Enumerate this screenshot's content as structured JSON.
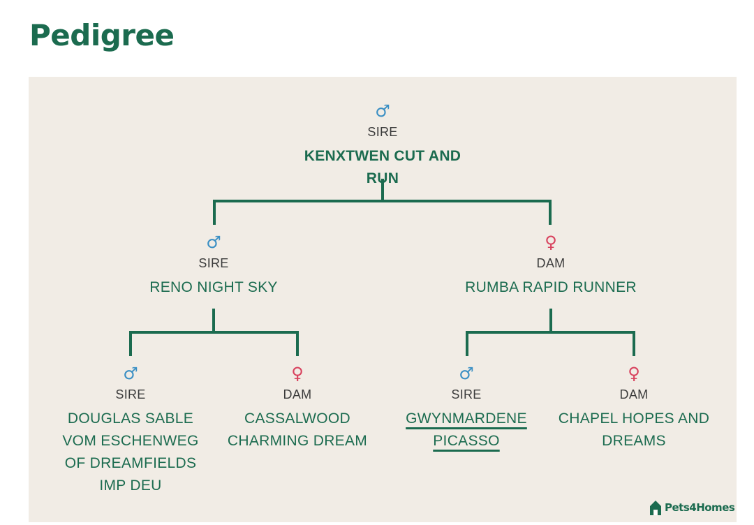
{
  "page": {
    "title": "Pedigree"
  },
  "colors": {
    "accent": "#1b6b4f",
    "male": "#3a8fc4",
    "female": "#d8415d",
    "panel_bg": "#f1ece5"
  },
  "pedigree": {
    "root": {
      "gender_icon": "♂",
      "gender_icon_name": "male-icon",
      "role": "SIRE",
      "name": "KENXTWEN CUT AND RUN"
    },
    "sire": {
      "gender_icon": "♂",
      "gender_icon_name": "male-icon",
      "role": "SIRE",
      "name": "RENO NIGHT SKY"
    },
    "dam": {
      "gender_icon": "♀",
      "gender_icon_name": "female-icon",
      "role": "DAM",
      "name": "RUMBA RAPID RUNNER"
    },
    "sire_sire": {
      "gender_icon": "♂",
      "gender_icon_name": "male-icon",
      "role": "SIRE",
      "name_lines": [
        "DOUGLAS SABLE",
        "VOM ESCHENWEG",
        "OF DREAMFIELDS",
        "IMP DEU"
      ]
    },
    "sire_dam": {
      "gender_icon": "♀",
      "gender_icon_name": "female-icon",
      "role": "DAM",
      "name_lines": [
        "CASSALWOOD",
        "CHARMING DREAM"
      ]
    },
    "dam_sire": {
      "gender_icon": "♂",
      "gender_icon_name": "male-icon",
      "role": "SIRE",
      "name_lines": [
        "GWYNMARDENE",
        "PICASSO"
      ]
    },
    "dam_dam": {
      "gender_icon": "♀",
      "gender_icon_name": "female-icon",
      "role": "DAM",
      "name_lines": [
        "CHAPEL HOPES AND",
        "DREAMS"
      ]
    }
  },
  "brand": {
    "name": "Pets4Homes",
    "icon_name": "house-logo-icon"
  }
}
